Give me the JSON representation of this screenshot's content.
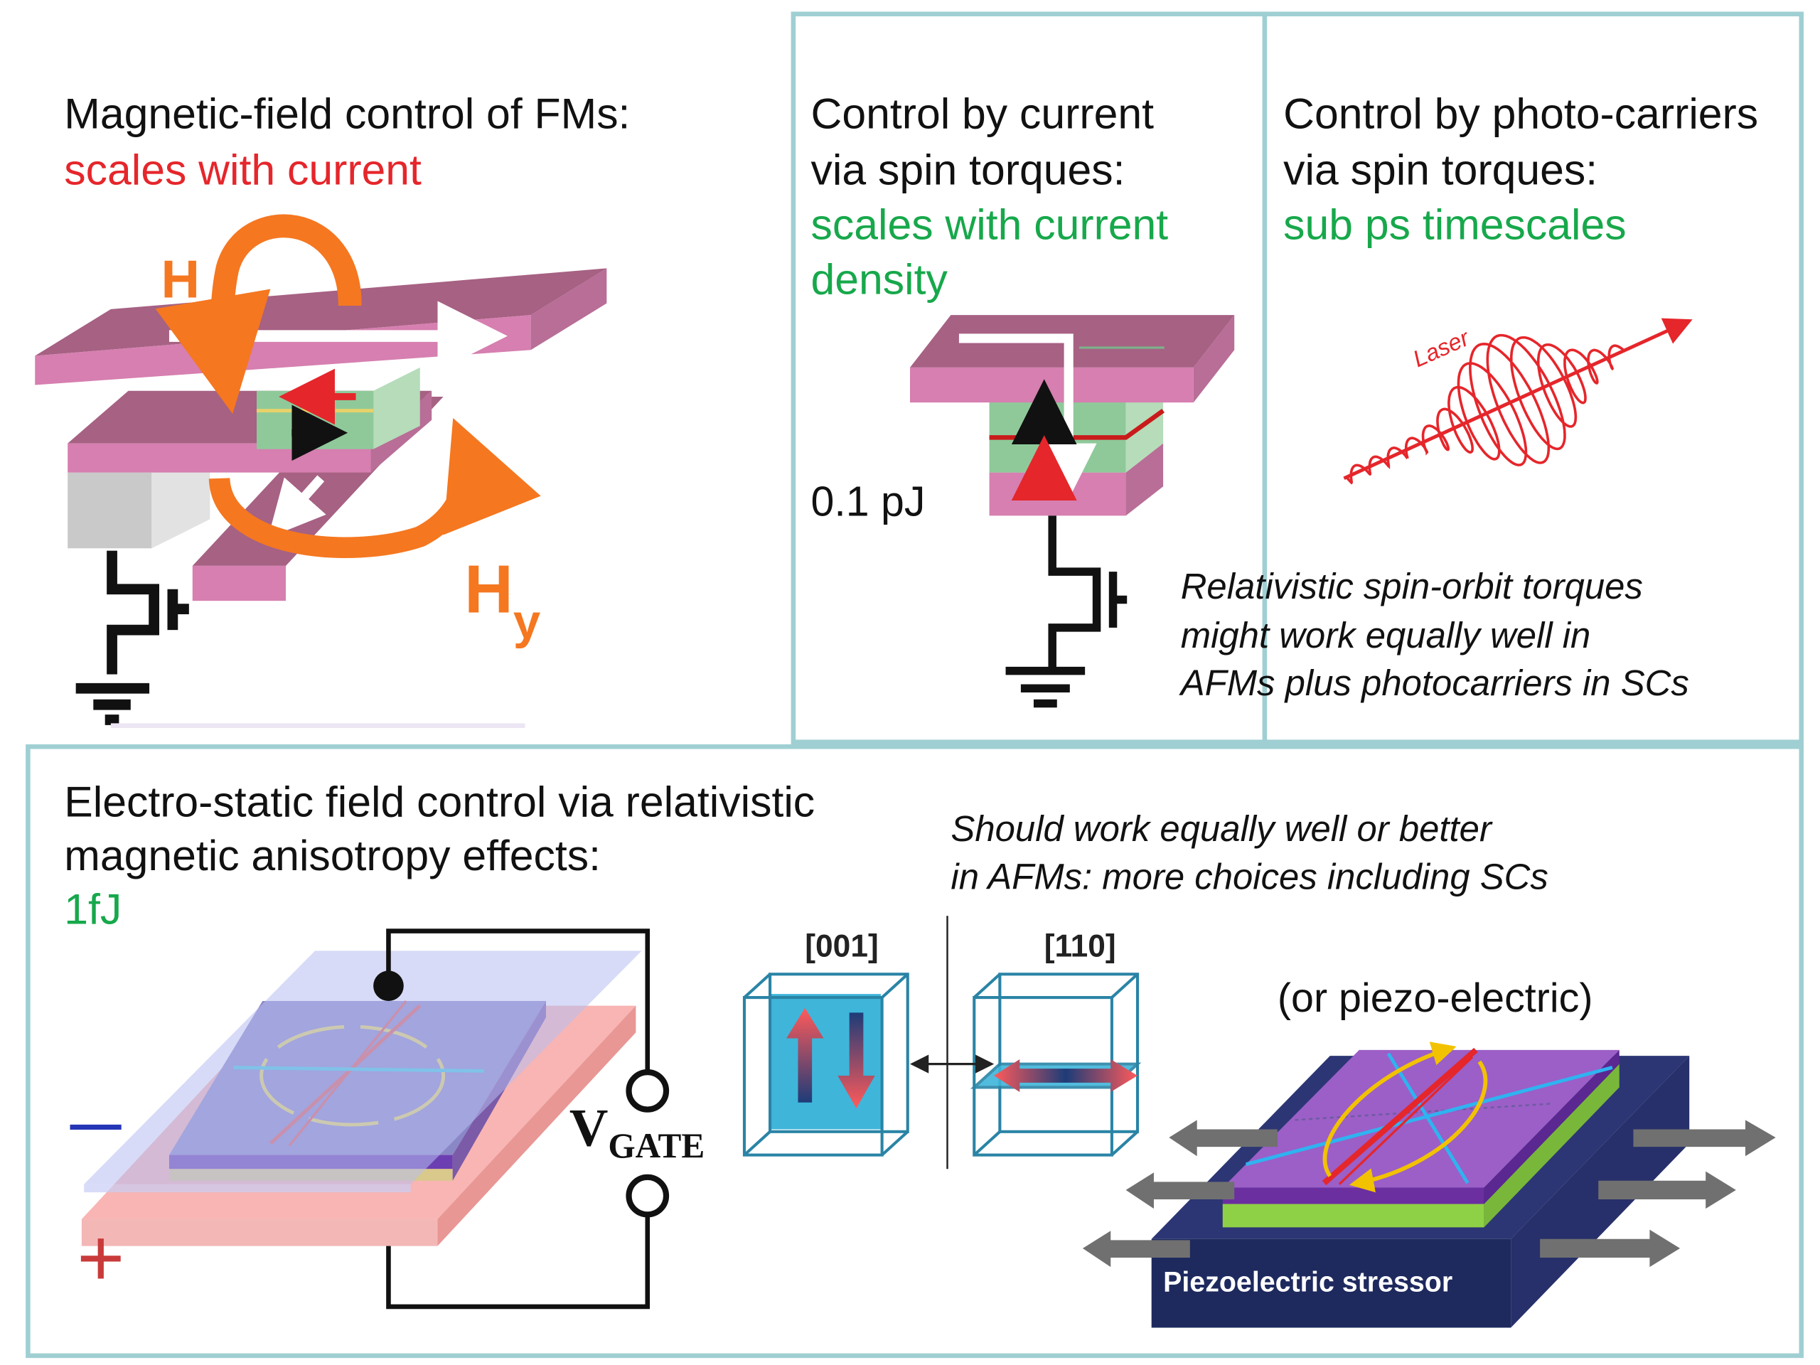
{
  "colors": {
    "frame": "#9fcfd3",
    "red": "#e5262b",
    "green": "#17a84b",
    "pink_top": "#a66183",
    "pink_side": "#d67fb0",
    "orange": "#f57720",
    "navy": "#1e2a5e",
    "purple": "#7d4fb2",
    "lime": "#8fd146",
    "cyan_cube": "#3fb5da"
  },
  "panel_fm": {
    "title": "Magnetic-field control of FMs:",
    "subtitle": "scales with current",
    "label_h": "H",
    "label_hy_main": "H",
    "label_hy_sub": "y"
  },
  "panel_stt": {
    "title_line1": "Control by current",
    "title_line2": "via spin torques:",
    "subtitle_line1": "scales with current",
    "subtitle_line2": "density",
    "energy": "0.1 pJ"
  },
  "panel_photo": {
    "title_line1": "Control by photo-carriers",
    "title_line2": "via spin torques:",
    "subtitle": "sub ps timescales",
    "laser_label": "Laser"
  },
  "note_sot": {
    "line1": "Relativistic spin-orbit torques",
    "line2": "might  work equally well in",
    "line3": "AFMs plus photocarriers in SCs"
  },
  "panel_es": {
    "title_line1": "Electro-static field control via relativistic",
    "title_line2": "magnetic anisotropy effects:",
    "energy": "1fJ",
    "minus": "—",
    "plus": "+",
    "vgate_main": "V",
    "vgate_sub": "GATE"
  },
  "note_afm": {
    "line1": "Should work equally well or better",
    "line2": "in AFMs: more choices including SCs"
  },
  "cubes": {
    "left_label": "[001]",
    "right_label": "[110]"
  },
  "piezo": {
    "header": "(or piezo-electric)",
    "stressor_label": "Piezoelectric  stressor"
  }
}
